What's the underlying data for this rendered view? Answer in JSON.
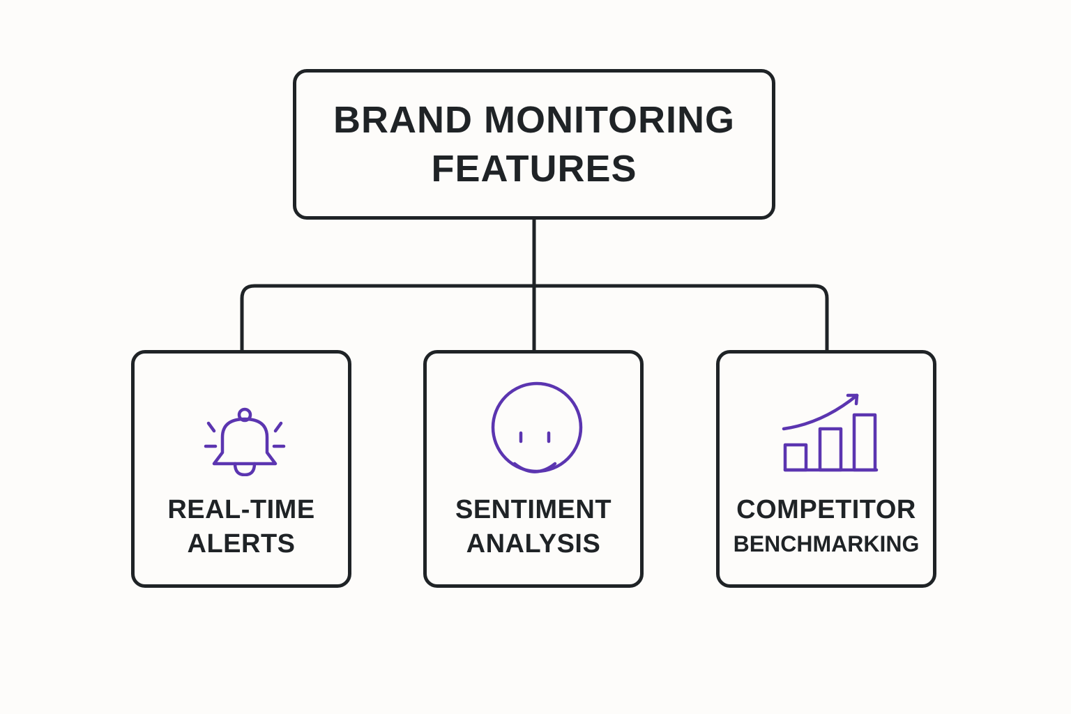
{
  "root": {
    "title_line1": "BRAND MONITORING",
    "title_line2": "FEATURES"
  },
  "features": [
    {
      "icon": "bell-icon",
      "line1": "REAL-TIME",
      "line2": "ALERTS"
    },
    {
      "icon": "smiley-face-icon",
      "line1": "SENTIMENT",
      "line2": "ANALYSIS"
    },
    {
      "icon": "growth-chart-icon",
      "line1": "COMPETITOR",
      "line2": "BENCHMARKING"
    }
  ],
  "colors": {
    "outline": "#1f2326",
    "accent": "#5b35b0",
    "background": "#fdfcfa"
  }
}
